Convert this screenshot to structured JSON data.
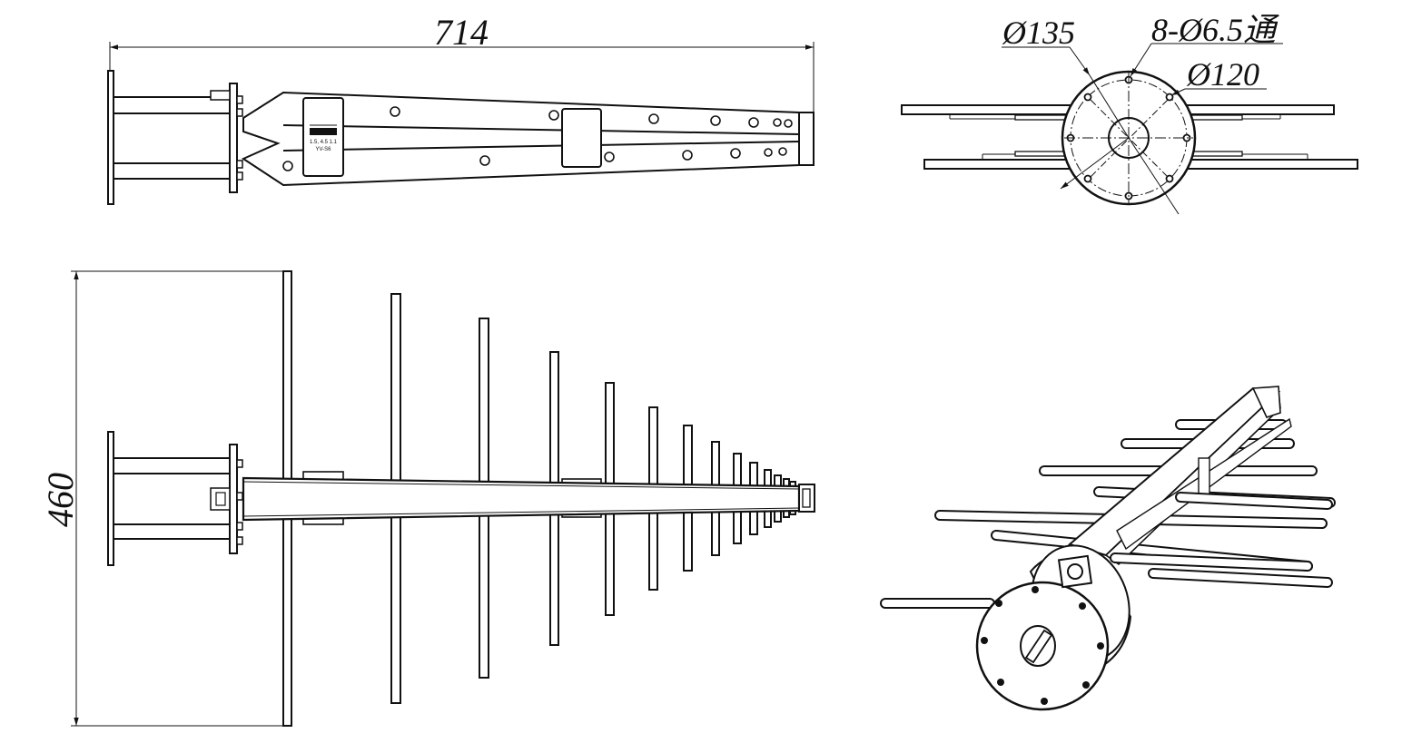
{
  "drawing": {
    "side_view": {
      "length_label": "714",
      "plate_text_line1": "1.5, 4.5 1.1",
      "plate_text_line2": "YV-S6"
    },
    "end_view": {
      "dia_outer_label": "Ø135",
      "holes_label": "8-Ø6.5通",
      "dia_bolt_circle_label": "Ø120"
    },
    "top_view": {
      "height_label": "460"
    }
  },
  "colors": {
    "line": "#111111",
    "background": "#ffffff"
  }
}
